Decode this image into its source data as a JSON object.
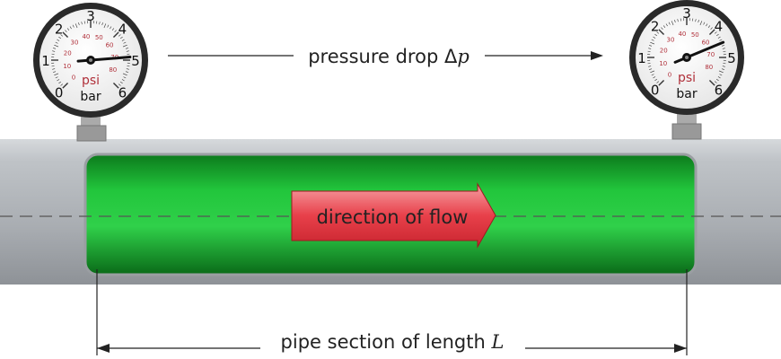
{
  "labels": {
    "pressure_drop": "pressure drop Δ",
    "pressure_symbol": "p",
    "flow": "direction of flow",
    "length": "pipe section of length ",
    "length_symbol": "L"
  },
  "gauges": [
    {
      "name": "inlet-gauge",
      "value_bar": 4.9,
      "unit_outer": "bar",
      "unit_inner": "psi"
    },
    {
      "name": "outlet-gauge",
      "value_bar": 4.5,
      "unit_outer": "bar",
      "unit_inner": "psi"
    }
  ],
  "gauge_scale": {
    "bar_ticks": [
      "0",
      "1",
      "2",
      "3",
      "4",
      "5",
      "6"
    ],
    "psi_ticks": [
      "0",
      "10",
      "20",
      "30",
      "40",
      "50",
      "60",
      "70",
      "80"
    ],
    "bar_max": 6,
    "psi_max": 87
  },
  "colors": {
    "fluid": "#1fc43a",
    "arrow": "#e8404a",
    "pipe": "#b4b8bd",
    "psi": "#b0303a"
  }
}
